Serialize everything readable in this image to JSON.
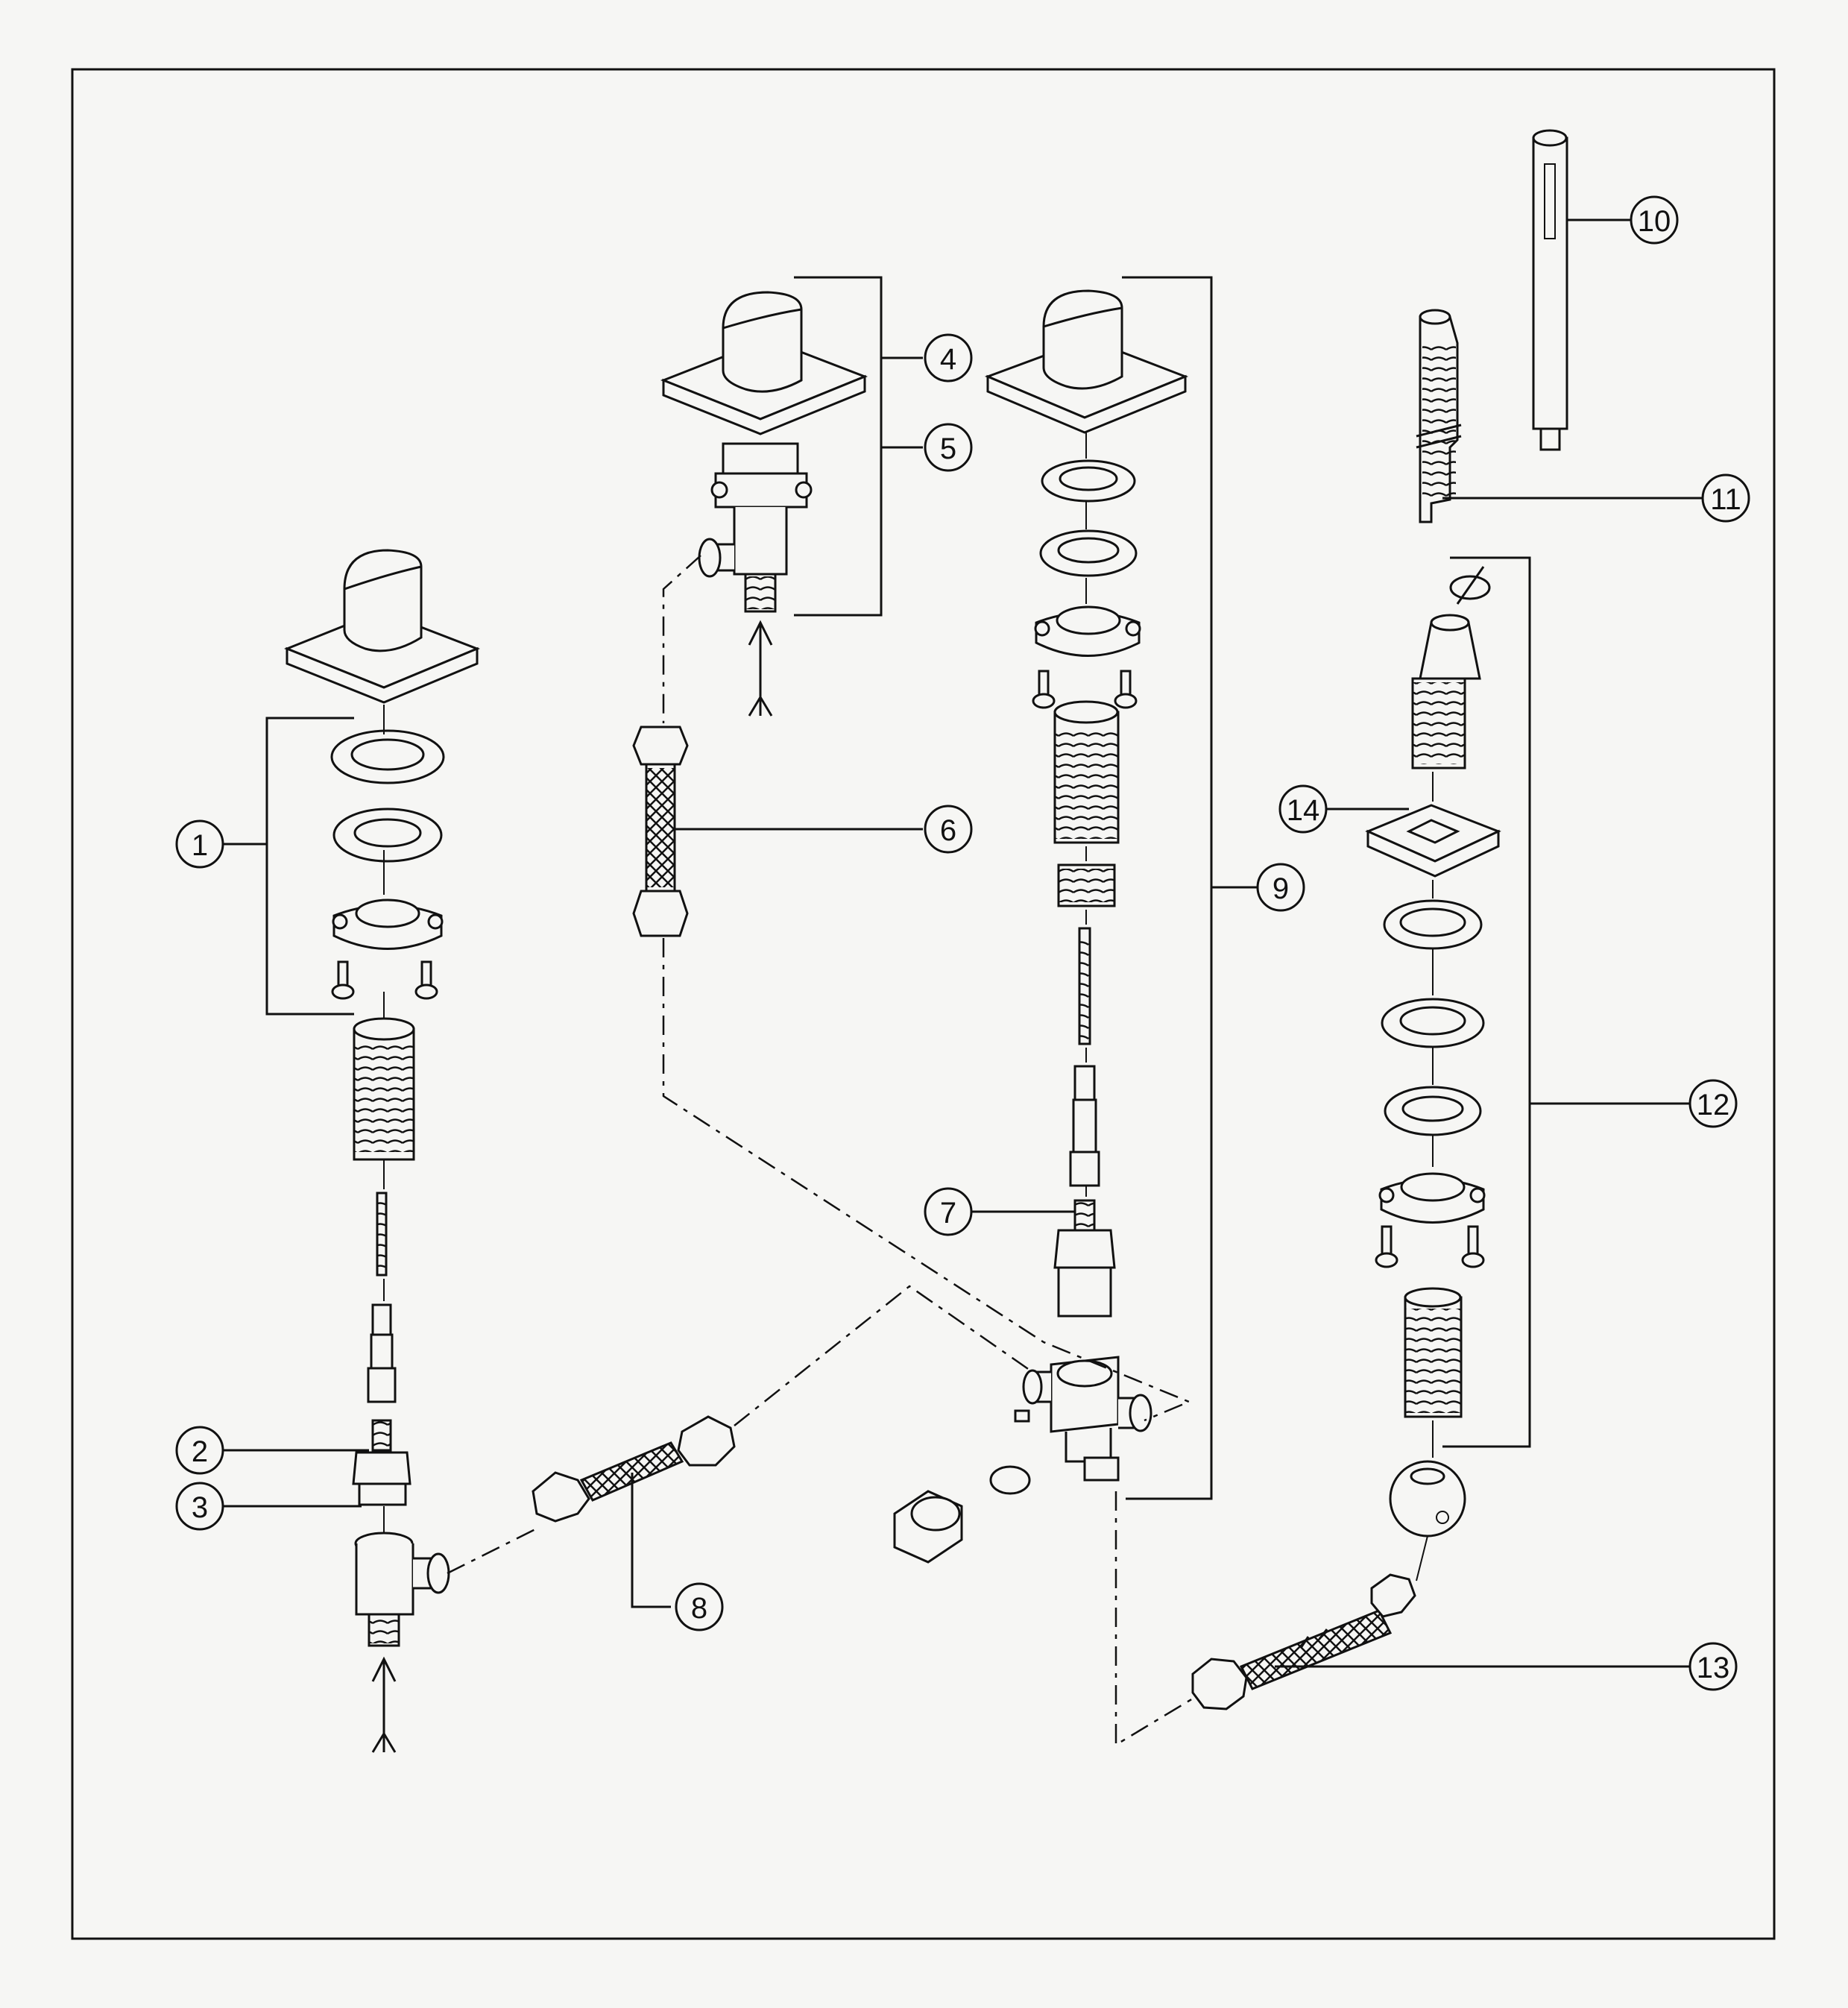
{
  "colors": {
    "background": "#f6f6f4",
    "ink": "#111111"
  },
  "callouts": [
    {
      "id": "c1",
      "label": "1"
    },
    {
      "id": "c2",
      "label": "2"
    },
    {
      "id": "c3",
      "label": "3"
    },
    {
      "id": "c4",
      "label": "4"
    },
    {
      "id": "c5",
      "label": "5"
    },
    {
      "id": "c6",
      "label": "6"
    },
    {
      "id": "c7",
      "label": "7"
    },
    {
      "id": "c8",
      "label": "8"
    },
    {
      "id": "c9",
      "label": "9"
    },
    {
      "id": "c10",
      "label": "10"
    },
    {
      "id": "c11",
      "label": "11"
    },
    {
      "id": "c12",
      "label": "12"
    },
    {
      "id": "c13",
      "label": "13"
    },
    {
      "id": "c14",
      "label": "14"
    }
  ]
}
